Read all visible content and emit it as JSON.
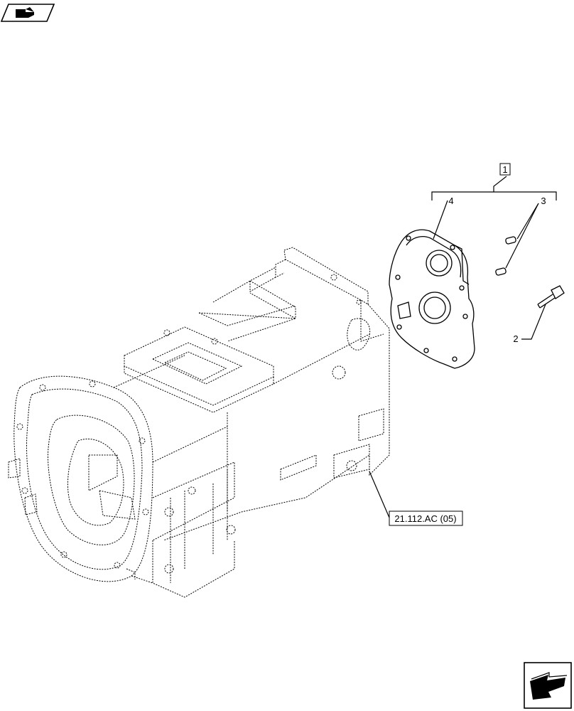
{
  "callouts": {
    "item1": "1",
    "item2": "2",
    "item3": "3",
    "item4": "4"
  },
  "reference": {
    "label": "21.112.AC (05)"
  },
  "icons": {
    "top_left": "book-section-icon",
    "bottom_right": "navigation-arrow-icon"
  },
  "colors": {
    "line": "#000000",
    "background": "#ffffff"
  }
}
